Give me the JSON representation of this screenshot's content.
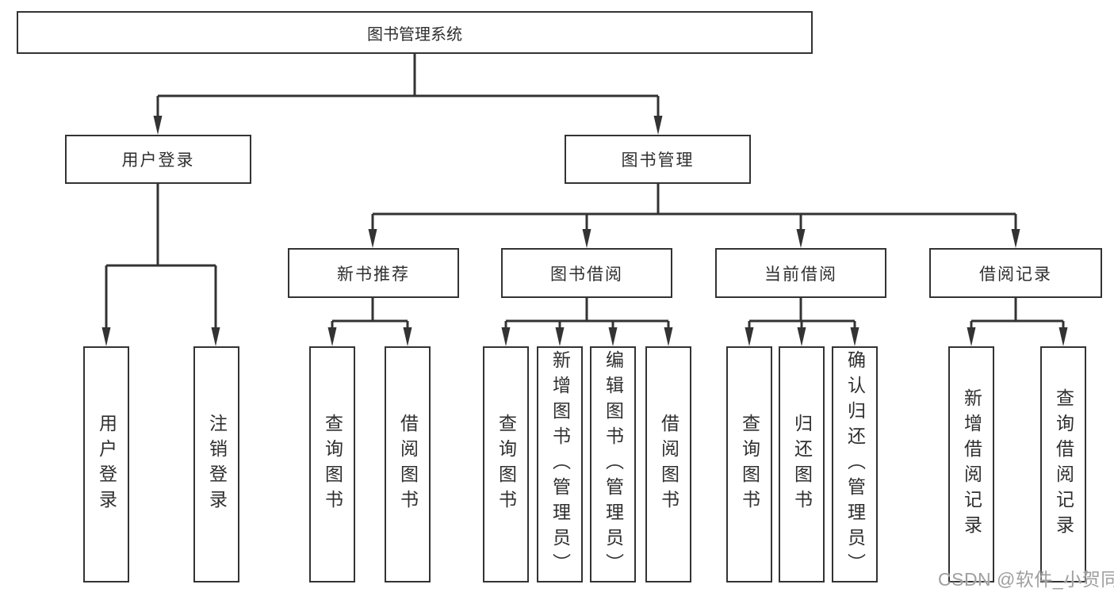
{
  "colors": {
    "line": "#333333",
    "text": "#2f2f2f",
    "watermark": "#9f9f9f",
    "background": "#ffffff"
  },
  "tree": {
    "label": "图书管理系统",
    "children": [
      {
        "label": "用户登录",
        "children": [
          {
            "label": "用户登录"
          },
          {
            "label": "注销登录"
          }
        ]
      },
      {
        "label": "图书管理",
        "children": [
          {
            "label": "新书推荐",
            "children": [
              {
                "label": "查询图书"
              },
              {
                "label": "借阅图书"
              }
            ]
          },
          {
            "label": "图书借阅",
            "children": [
              {
                "label": "查询图书"
              },
              {
                "label": "新增图书（管理员）"
              },
              {
                "label": "编辑图书（管理员）"
              },
              {
                "label": "借阅图书"
              }
            ]
          },
          {
            "label": "当前借阅",
            "children": [
              {
                "label": "查询图书"
              },
              {
                "label": "归还图书"
              },
              {
                "label": "确认归还（管理员）"
              }
            ]
          },
          {
            "label": "借阅记录",
            "children": [
              {
                "label": "新增借阅记录"
              },
              {
                "label": "查询借阅记录"
              }
            ]
          }
        ]
      }
    ]
  },
  "watermark": {
    "text": "CSDN @软件_小贺同学"
  }
}
